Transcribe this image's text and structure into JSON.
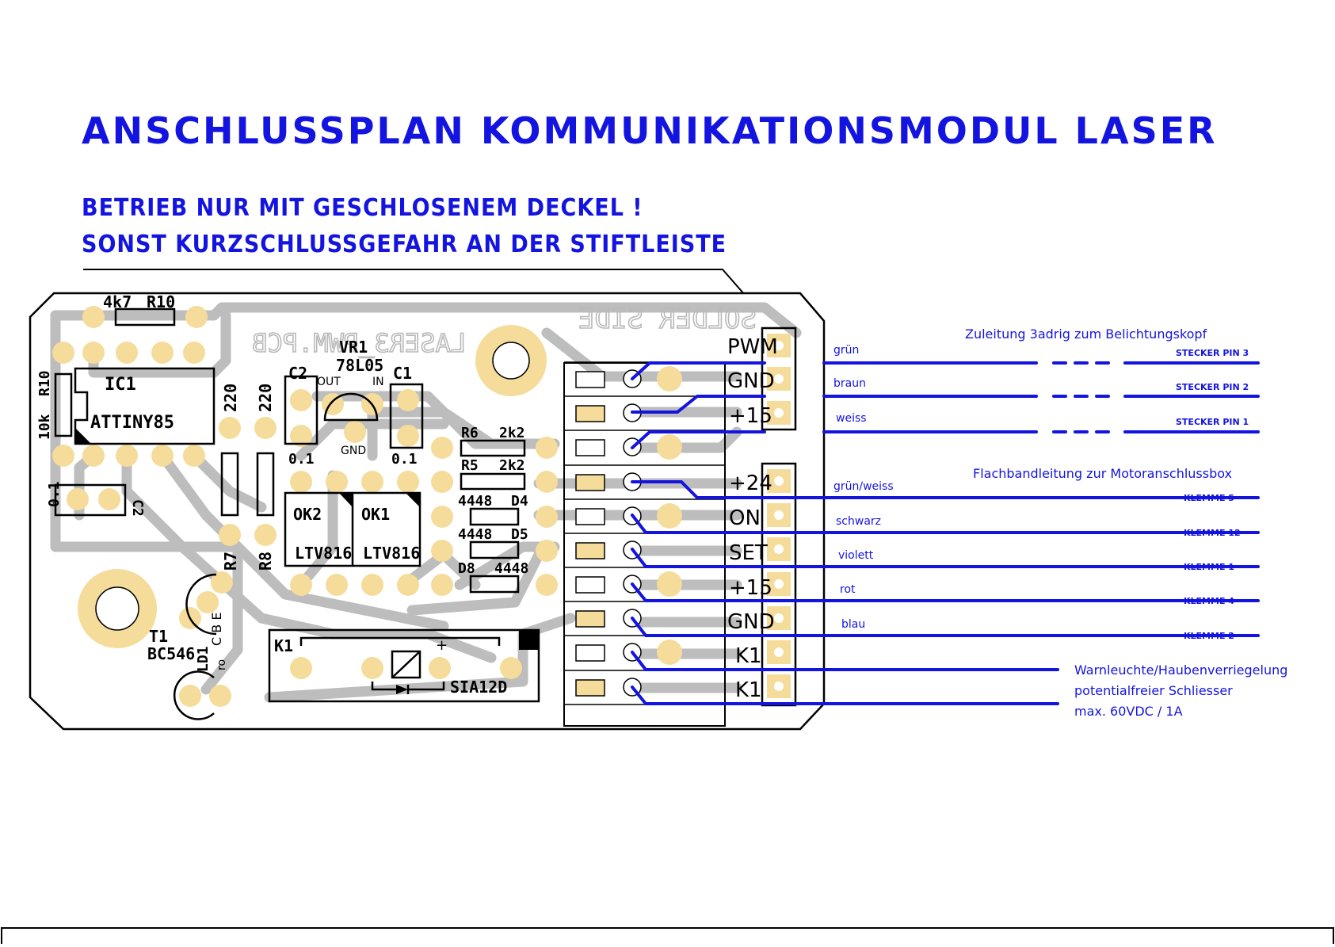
{
  "title": "ANSCHLUSSPLAN  KOMMUNIKATIONSMODUL   LASER",
  "warning": {
    "line1": "BETRIEB NUR MIT GESCHLOSENEM DECKEL !",
    "line2": "SONST KURZSCHLUSSGEFAHR AN DER STIFTLEISTE"
  },
  "board": {
    "ghost_solder_side": "SOLDER SIDE",
    "ghost_file": "LASER3_PWM.PCB"
  },
  "components": {
    "r10_value": "4k7",
    "r10_ref": "R10",
    "r_left_ref": "R10",
    "r_left_value": "10k",
    "ic1_ref": "IC1",
    "ic1_part": "ATTINY85",
    "r7_value": "220",
    "r8_value": "220",
    "r7_ref": "R7",
    "r8_ref": "R8",
    "c2_ref": "C2",
    "c2_value": "0.1",
    "vr1_ref": "VR1",
    "vr1_part": "78L05",
    "vr1_out": "OUT",
    "vr1_in": "IN",
    "vr1_gnd": "GND",
    "c1_ref": "C1",
    "c1_value": "0.1",
    "c2b_ref": "C2",
    "c2b_value": "0.1",
    "r6_ref": "R6",
    "r6_value": "2k2",
    "r5_ref": "R5",
    "r5_value": "2k2",
    "d4_value": "4448",
    "d4_ref": "D4",
    "d5_value": "4448",
    "d5_ref": "D5",
    "d8_ref": "D8",
    "d8_value": "4448",
    "ok2_ref": "OK2",
    "ok1_ref": "OK1",
    "ok_part_a": "LTV816",
    "ok_part_b": "LTV816",
    "t1_ref": "T1",
    "t1_part": "BC546",
    "t1_pins": "C B E",
    "ld1_ref": "LD1",
    "ld1_color": "ro",
    "k1_ref": "K1",
    "k1_plus": "+",
    "k1_part": "SIA12D"
  },
  "terminals": {
    "top": [
      "PWM",
      "GND",
      "+15"
    ],
    "bottom": [
      "+24",
      "ON",
      "SET",
      "+15",
      "GND",
      "K1",
      "K1"
    ]
  },
  "cable1": {
    "heading": "Zuleitung 3adrig zum Belichtungskopf",
    "wires": [
      {
        "color_label": "grün",
        "pin": "STECKER PIN 3"
      },
      {
        "color_label": "braun",
        "pin": "STECKER PIN 2"
      },
      {
        "color_label": "weiss",
        "pin": "STECKER PIN 1"
      }
    ]
  },
  "cable2": {
    "heading": "Flachbandleitung zur Motoranschlussbox",
    "wires": [
      {
        "color_label": "grün/weiss",
        "pin": "KLEMME 5"
      },
      {
        "color_label": "schwarz",
        "pin": "KLEMME 12"
      },
      {
        "color_label": "violett",
        "pin": "KLEMME 1"
      },
      {
        "color_label": "rot",
        "pin": "KLEMME 4"
      },
      {
        "color_label": "blau",
        "pin": "KLEMME 2"
      }
    ]
  },
  "relay_note": {
    "line1": "Warnleuchte/Haubenverriegelung",
    "line2": "potentialfreier Schliesser",
    "line3": "max. 60VDC / 1A"
  },
  "colors": {
    "blue": "#1414e0",
    "trace": "#bdbdbd",
    "pad": "#f5dc9a"
  }
}
